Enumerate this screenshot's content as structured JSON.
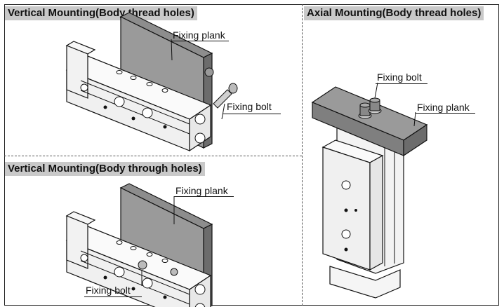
{
  "panels": {
    "top_left": {
      "title": "Vertical Mounting(Body thread holes)",
      "labels": {
        "plank": "Fixing plank",
        "bolt": "Fixing bolt"
      }
    },
    "bottom_left": {
      "title": "Vertical Mounting(Body through holes)",
      "labels": {
        "plank": "Fixing plank",
        "bolt": "Fixing bolt"
      }
    },
    "right": {
      "title": "Axial Mounting(Body thread holes)",
      "labels": {
        "bolt": "Fixing bolt",
        "plank": "Fixing plank"
      }
    }
  },
  "colors": {
    "plank_fill": "#9a9a9a",
    "plank_dark": "#6c6c6c",
    "title_bg": "#c9c9c9",
    "metal": "#f4f4f4",
    "line": "#111111"
  }
}
